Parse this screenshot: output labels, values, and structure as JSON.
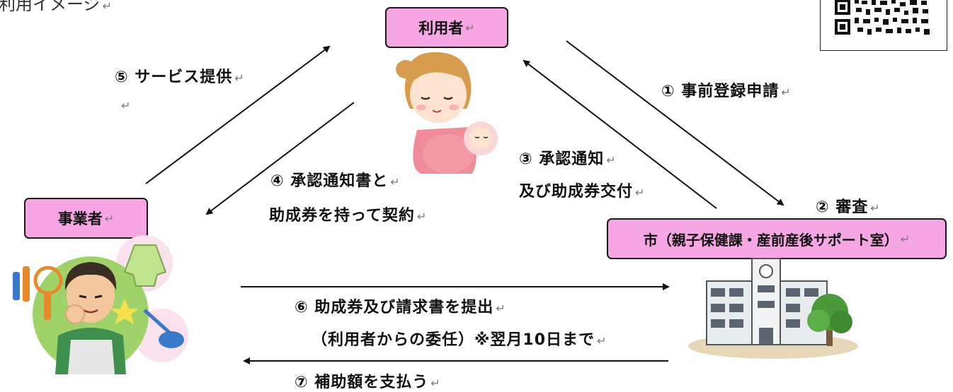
{
  "caption": "利用イメージ",
  "return_mark": "↵",
  "nodes": {
    "user": "利用者",
    "business": "事業者",
    "city": "市（親子保健課・産前産後サポート室）"
  },
  "steps": {
    "s1": "① 事前登録申請",
    "s2": "② 審査",
    "s3_line1": "③ 承認通知",
    "s3_line2": "及び助成券交付",
    "s4_line1": "④ 承認通知書と",
    "s4_line2": "助成券を持って契約",
    "s5": "⑤ サービス提供",
    "s6_line1": "⑥ 助成券及び請求書を提出",
    "s6_line2": "（利用者からの委任）※翌月10日まで",
    "s7": "⑦ 補助額を支払う"
  }
}
